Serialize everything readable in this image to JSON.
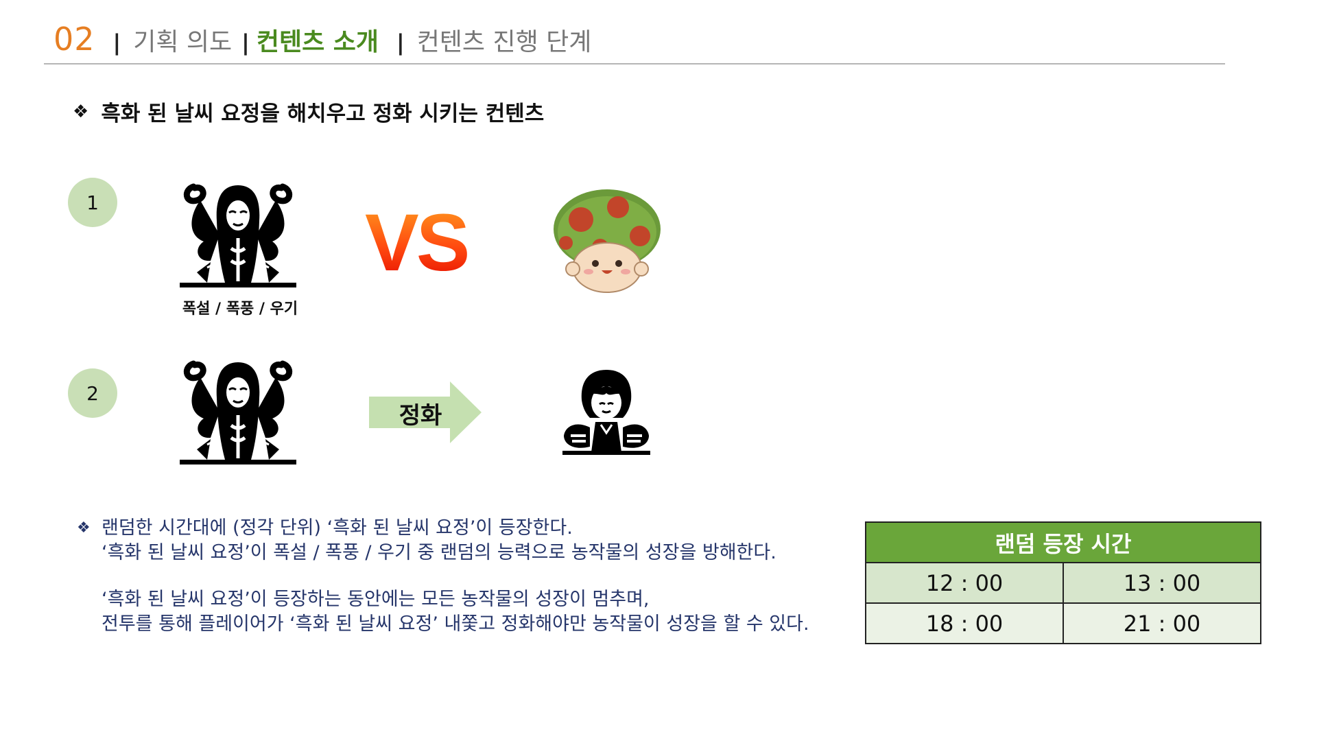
{
  "header": {
    "number": "02",
    "separator": "|",
    "tabs": [
      {
        "label": "기획 의도",
        "active": false
      },
      {
        "label": "컨텐츠 소개",
        "active": true
      },
      {
        "label": "컨텐츠 진행 단계",
        "active": false
      }
    ]
  },
  "main_point": {
    "bullet": "❖",
    "text": "흑화 된 날씨 요정을 해치우고 정화 시키는 컨텐츠"
  },
  "steps": [
    {
      "number": "1",
      "left_caption": "폭설 / 폭풍 / 우기",
      "middle": "VS",
      "left_icon": "dark-fairy-icon",
      "right_icon": "mushroom-monster-icon"
    },
    {
      "number": "2",
      "middle": "정화",
      "left_icon": "dark-fairy-icon",
      "right_icon": "purified-fairy-icon"
    }
  ],
  "notes": {
    "bullet": "❖",
    "lines": [
      "랜덤한 시간대에 (정각 단위) ‘흑화 된 날씨 요정’이 등장한다.",
      "‘흑화 된 날씨 요정’이 폭설 / 폭풍 / 우기 중 랜덤의 능력으로 농작물의 성장을 방해한다.",
      "‘흑화 된 날씨 요정’이 등장하는 동안에는 모든 농작물의 성장이 멈추며,",
      "전투를 통해 플레이어가 ‘흑화 된 날씨 요정’ 내쫓고 정화해야만  농작물이 성장을 할 수 있다."
    ]
  },
  "schedule": {
    "title": "랜덤 등장 시간",
    "rows": [
      [
        "12 : 00",
        "13 : 00"
      ],
      [
        "18 : 00",
        "21 : 00"
      ]
    ]
  },
  "colors": {
    "accent_orange": "#e67e22",
    "active_green": "#4a8a1f",
    "table_header": "#6aa63a",
    "step_circle": "#c9dfb6",
    "arrow": "#c5e0b0",
    "note_text": "#25356a"
  }
}
